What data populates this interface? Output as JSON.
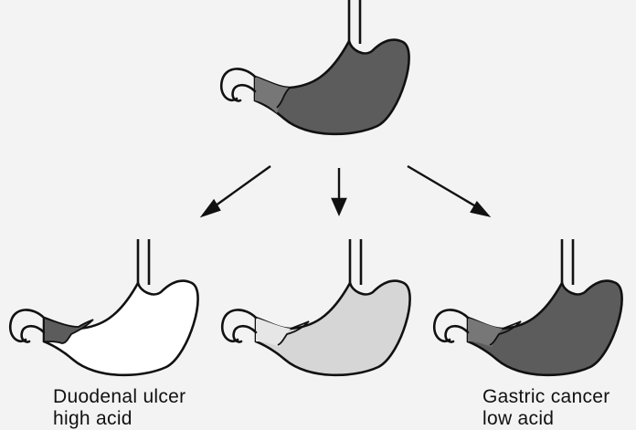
{
  "captions": {
    "left": {
      "line1": "Duodenal ulcer",
      "line2": "high acid"
    },
    "right": {
      "line1": "Gastric cancer",
      "line2": "low acid"
    }
  },
  "colors": {
    "background": "#f3f3f3",
    "outline": "#111111",
    "dark_fill": "#5c5c5c",
    "light_fill": "#d6d6d6",
    "white_fill": "#ffffff"
  }
}
